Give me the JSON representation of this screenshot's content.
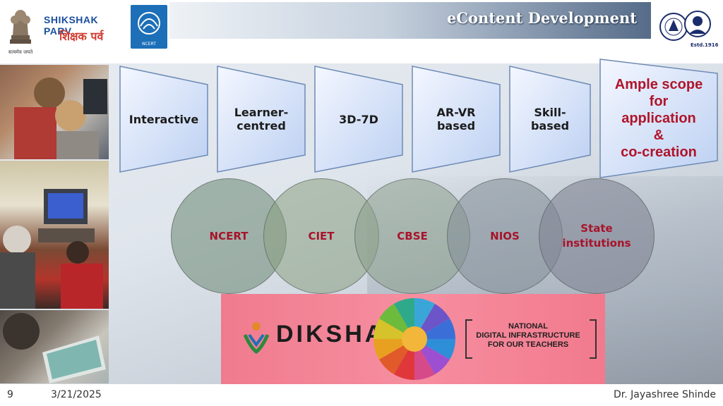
{
  "header": {
    "title": "eContent Development",
    "emblem_caption": "सत्यमेव जयते",
    "shikshak_parv_en": "SHIKSHAK PARV",
    "shikshak_parv_hi": "शिक्षक पर्व",
    "ncert_caption": "NCERT",
    "university_caption": "Estd.1916"
  },
  "features": [
    {
      "label": "Interactive"
    },
    {
      "label": "Learner-\ncentred"
    },
    {
      "label": "3D-7D"
    },
    {
      "label": "AR-VR\nbased"
    },
    {
      "label": "Skill-\nbased"
    },
    {
      "label": "Ample scope\nfor\napplication\n&\nco-creation"
    }
  ],
  "institutions": [
    {
      "label": "NCERT"
    },
    {
      "label": "CIET"
    },
    {
      "label": "CBSE"
    },
    {
      "label": "NIOS"
    },
    {
      "label": "State\ninstitutions"
    }
  ],
  "banner": {
    "brand": "DIKSHA",
    "tagline_lines": [
      "NATIONAL",
      "DIGITAL INFRASTRUCTURE",
      "FOR OUR TEACHERS"
    ]
  },
  "footer": {
    "slide_number": "9",
    "date": "3/21/2025",
    "author": "Dr. Jayashree Shinde"
  },
  "colors": {
    "accent_red": "#b0142a",
    "banner_pink": "#f68ea0",
    "title_bar_blue": "#556b88"
  }
}
